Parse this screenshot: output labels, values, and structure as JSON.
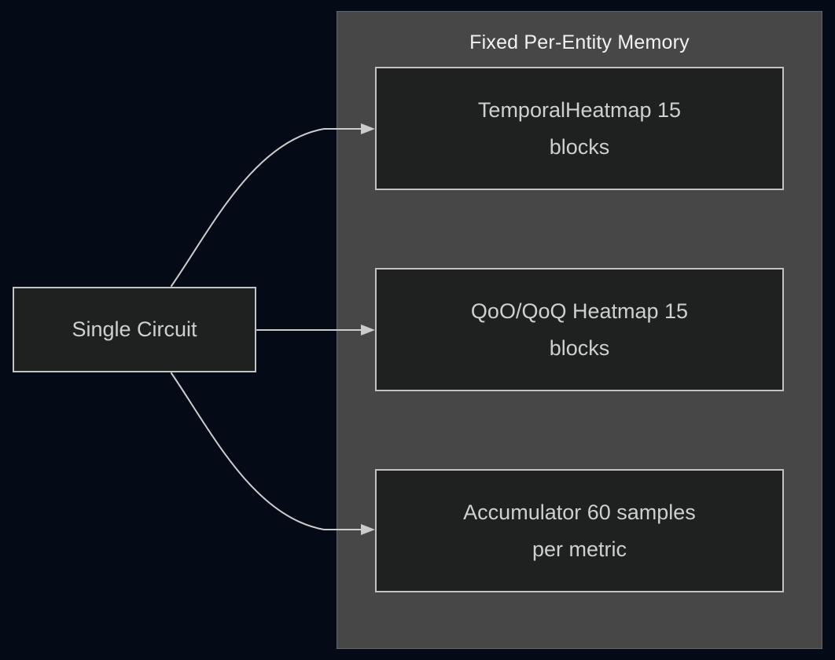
{
  "diagram": {
    "type": "flowchart",
    "source_node": {
      "label": "Single Circuit"
    },
    "cluster": {
      "title": "Fixed Per-Entity Memory",
      "nodes": [
        {
          "id": "temporal-heatmap",
          "label": "TemporalHeatmap 15\nblocks"
        },
        {
          "id": "qoo-qoq-heatmap",
          "label": "QoO/QoQ Heatmap 15\nblocks"
        },
        {
          "id": "accumulator",
          "label": "Accumulator 60 samples\nper metric"
        }
      ]
    },
    "edges": [
      {
        "from": "Single Circuit",
        "to": "TemporalHeatmap 15 blocks",
        "style": "curved-arrow"
      },
      {
        "from": "Single Circuit",
        "to": "QoO/QoQ Heatmap 15 blocks",
        "style": "straight-arrow"
      },
      {
        "from": "Single Circuit",
        "to": "Accumulator 60 samples per metric",
        "style": "curved-arrow"
      }
    ],
    "colors": {
      "background": "#040a16",
      "cluster_fill": "#474747",
      "cluster_border": "#5e6470",
      "node_fill": "#1f2020",
      "node_border": "#c3c3c3",
      "node_text": "#cfcfcf",
      "cluster_title_text": "#f2f2f2",
      "edge": "#cccccc"
    }
  }
}
